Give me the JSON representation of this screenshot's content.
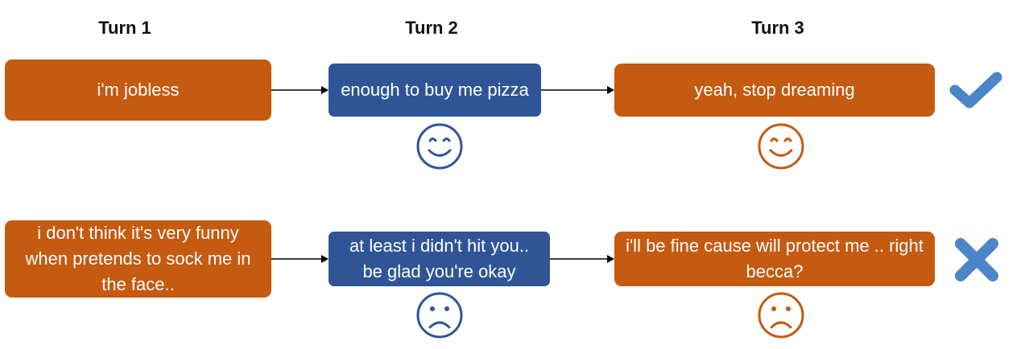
{
  "headers": [
    "Turn 1",
    "Turn 2",
    "Turn 3"
  ],
  "rows": [
    {
      "turn1": "i'm jobless",
      "turn2": "enough to buy me pizza",
      "turn3": "yeah, stop dreaming",
      "turn2_emotion": "happy-face-icon",
      "turn3_emotion": "happy-face-icon",
      "result": "check-icon"
    },
    {
      "turn1": "i don't think it's very funny when pretends to sock me in the face..",
      "turn2": "at least i didn't hit you.. be glad you're okay",
      "turn3": "i'll be fine cause will protect me .. right becca?",
      "turn2_emotion": "sad-face-icon",
      "turn3_emotion": "sad-face-icon",
      "result": "cross-icon"
    }
  ],
  "colors": {
    "turn_orange": "#c55a11",
    "turn_blue": "#2f5597",
    "icon_blue": "#4a86c8"
  }
}
